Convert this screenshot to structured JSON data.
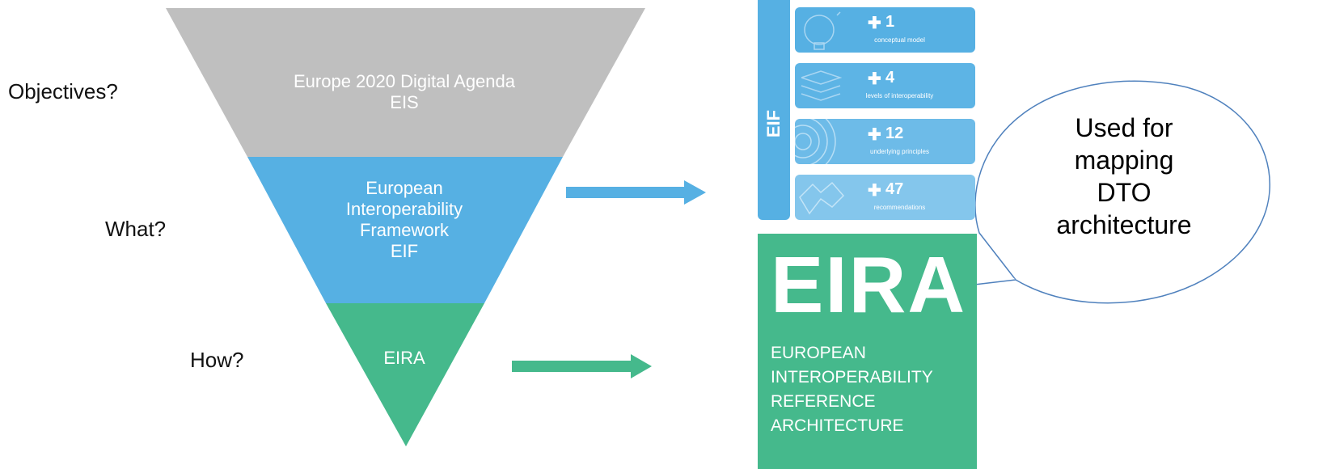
{
  "questions": {
    "objectives": "Objectives?",
    "what": "What?",
    "how": "How?"
  },
  "funnel": {
    "top": {
      "line1": "Europe 2020 Digital Agenda",
      "line2": "EIS",
      "color": "#bfbfbf"
    },
    "middle": {
      "line1": "European",
      "line2": "Interoperability",
      "line3": "Framework",
      "line4": "EIF",
      "color": "#56b0e3"
    },
    "bottom": {
      "line1": "EIRA",
      "color": "#45b98c"
    }
  },
  "eif_panel": {
    "side_label": "EIF",
    "color": "#56b0e3",
    "cards": [
      {
        "number": "1",
        "caption": "conceptual model",
        "icon": "lightbulb-icon"
      },
      {
        "number": "4",
        "caption": "levels of interoperability",
        "icon": "layers-icon"
      },
      {
        "number": "12",
        "caption": "underlying principles",
        "icon": "concentric-circles-icon"
      },
      {
        "number": "47",
        "caption": "recommendations",
        "icon": "puzzle-icon"
      }
    ]
  },
  "eira_panel": {
    "title": "EIRA",
    "lines": [
      "EUROPEAN",
      "INTEROPERABILITY",
      "REFERENCE",
      "ARCHITECTURE"
    ],
    "color": "#45b98c"
  },
  "callout": {
    "lines": [
      "Used for",
      "mapping",
      "DTO",
      "architecture"
    ]
  }
}
